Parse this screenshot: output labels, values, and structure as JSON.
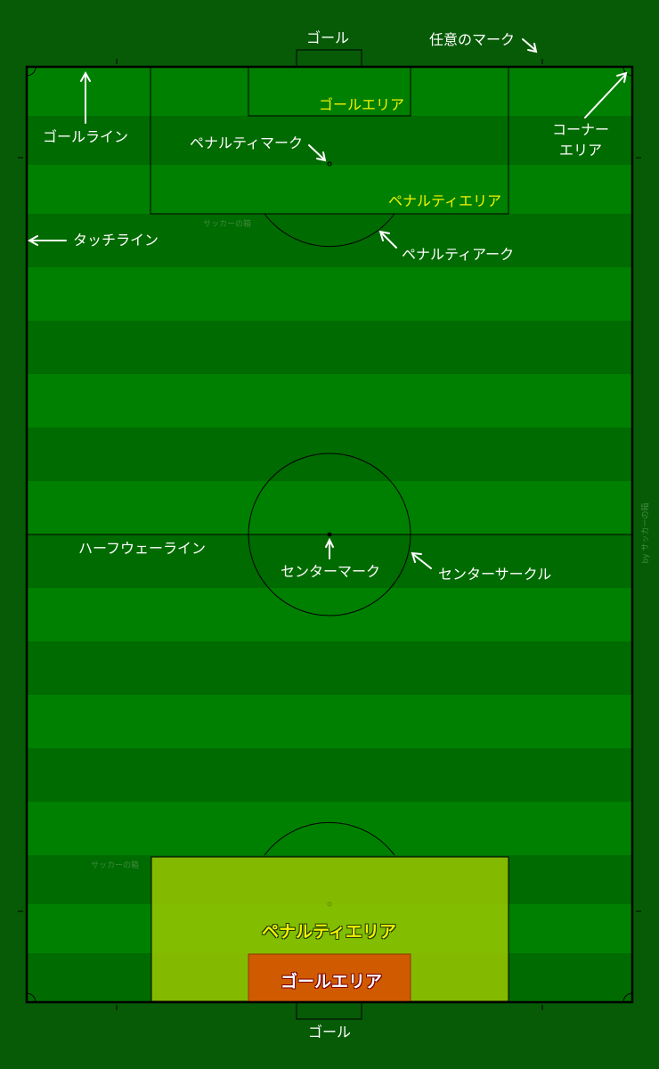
{
  "colors": {
    "background": "#075b07",
    "stripe_light": "#008000",
    "stripe_dark": "#006b00",
    "line": "#000000",
    "text": "#ffffff",
    "highlight_text": "#f4f200",
    "penalty_area_fill": "#9ac800",
    "goal_area_fill": "#d05a00"
  },
  "labels": {
    "goal_top": "ゴール",
    "optional_mark": "任意のマーク",
    "goal_line": "ゴールライン",
    "goal_area": "ゴールエリア",
    "penalty_mark": "ペナルティマーク",
    "corner_area_line1": "コーナー",
    "corner_area_line2": "エリア",
    "penalty_area": "ペナルティエリア",
    "touch_line": "タッチライン",
    "penalty_arc": "ペナルティアーク",
    "halfway_line": "ハーフウェーライン",
    "center_mark": "センターマーク",
    "center_circle": "センターサークル",
    "goal_bottom": "ゴール"
  },
  "highlight_labels": {
    "penalty_area": "ペナルティエリア",
    "goal_area": "ゴールエリア"
  },
  "watermarks": {
    "top": "サッカーの箱",
    "bottom": "サッカーの箱",
    "side": "by サッカーの箱"
  }
}
